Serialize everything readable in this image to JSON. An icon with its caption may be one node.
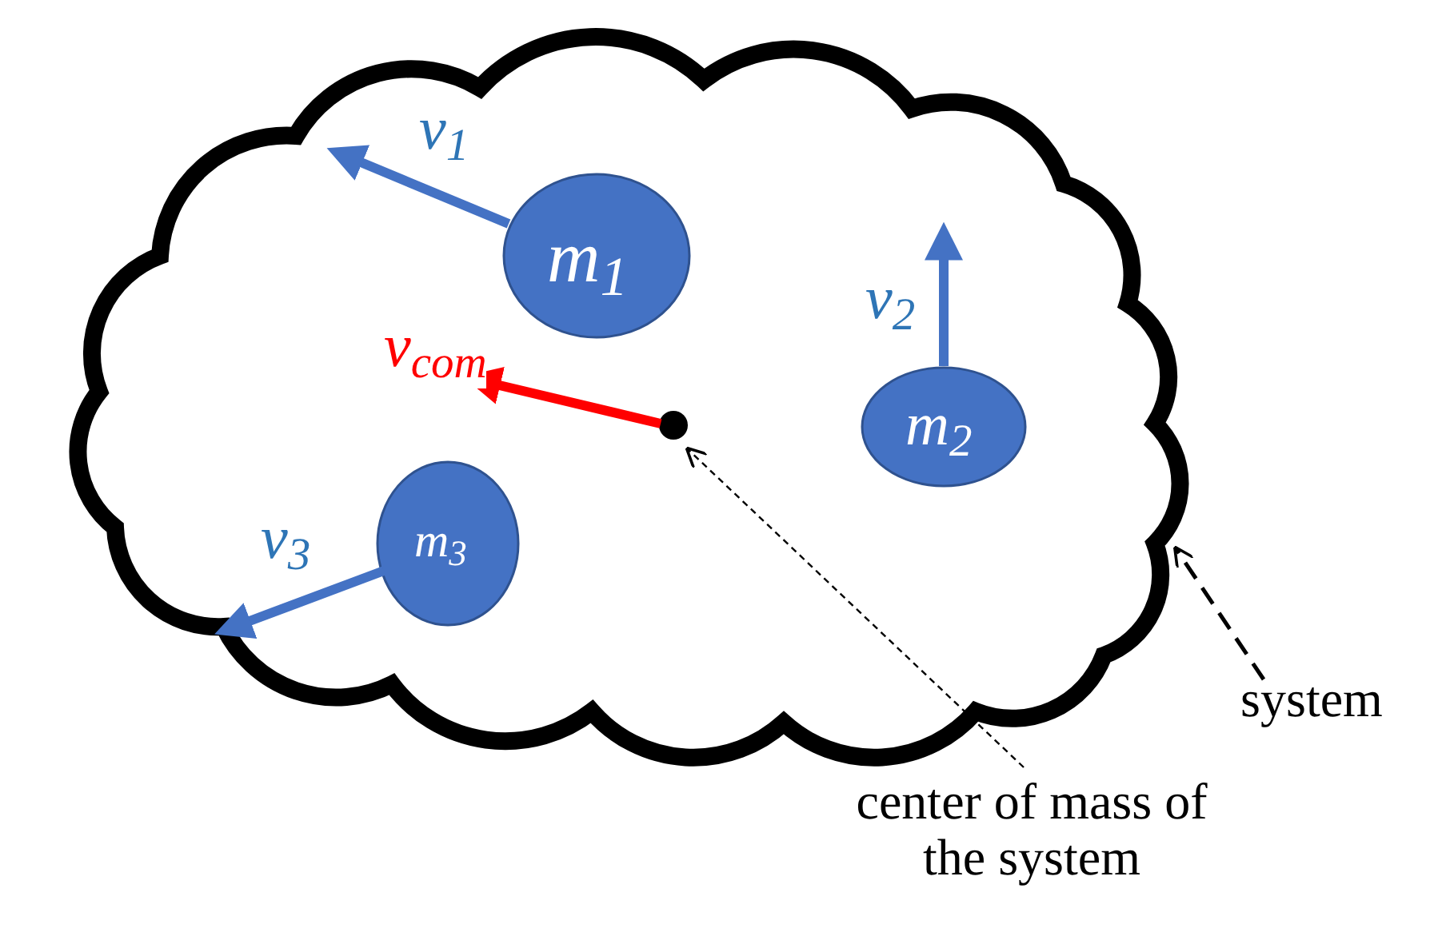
{
  "diagram": {
    "nodes": [
      {
        "text": [],
        "shape": "cloud"
      },
      {
        "text": [
          "m$_{1}$"
        ],
        "in": 0
      },
      {
        "text": [
          "m$_{2}$"
        ],
        "in": 0
      },
      {
        "text": [
          "m$_{3}$"
        ],
        "in": 0
      },
      {
        "text": [],
        "shape": "circle",
        "in": 0
      },
      {
        "text": [
          "center of mass of the system"
        ]
      },
      {
        "text": [
          "system"
        ]
      }
    ],
    "edges": [
      {
        "from": 5,
        "to": 4,
        "arrow": "to",
        "style": "dashed",
        "color": "#000000"
      },
      {
        "from": 6,
        "to": 0,
        "arrow": "to",
        "style": "dashed",
        "color": "#000000"
      },
      {
        "from": 1,
        "to": null,
        "arrow": "to",
        "label": "v$_{1}$"
      },
      {
        "from": 2,
        "to": null,
        "arrow": "to",
        "label": "v$_{2}$"
      },
      {
        "from": 3,
        "to": null,
        "arrow": "to",
        "label": "v$_{3}$"
      },
      {
        "from": 4,
        "to": null,
        "arrow": "to",
        "label": "v$_{com}$",
        "color": "#ff0000"
      }
    ]
  }
}
